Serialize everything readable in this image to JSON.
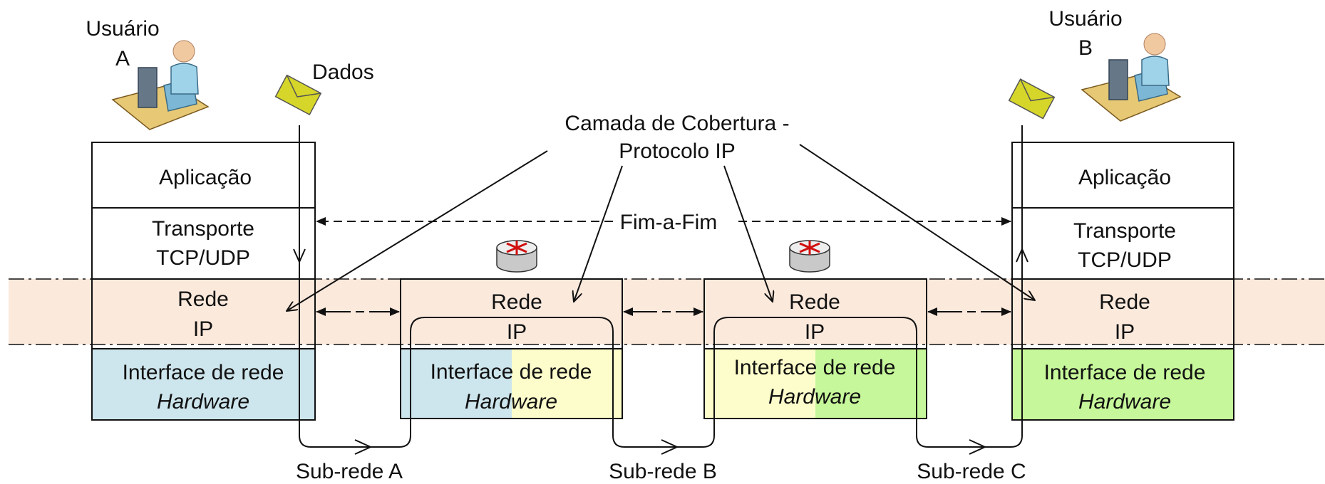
{
  "users": {
    "a": {
      "line1": "Usuário",
      "line2": "A"
    },
    "b": {
      "line1": "Usuário",
      "line2": "B"
    }
  },
  "data_label": "Dados",
  "callout": {
    "line1": "Camada de Cobertura -",
    "line2": "Protocolo IP"
  },
  "end_to_end": "Fim-a-Fim",
  "host_a": {
    "application": "Aplicação",
    "transport_1": "Transporte",
    "transport_2": "TCP/UDP",
    "network_1": "Rede",
    "network_2": "IP",
    "interface_1": "Interface de rede",
    "interface_2": "Hardware"
  },
  "router_1": {
    "network_1": "Rede",
    "network_2": "IP",
    "interface_1a": "Interface",
    "interface_1b": " de rede",
    "interface_2": "Hardware"
  },
  "router_2": {
    "network_1": "Rede",
    "network_2": "IP",
    "interface_1a": "Interface",
    "interface_1b": " de rede",
    "interface_2": "Hardware"
  },
  "host_b": {
    "application": "Aplicação",
    "transport_1": "Transporte",
    "transport_2": "TCP/UDP",
    "network_1": "Rede",
    "network_2": "IP",
    "interface_1": "Interface de rede",
    "interface_2": "Hardware"
  },
  "subnets": [
    "Sub-rede A",
    "Sub-rede B",
    "Sub-rede C"
  ],
  "colors": {
    "ip_band": "#fbe9dc",
    "subnet_a": "#cde5ec",
    "subnet_b": "#fdfdcb",
    "subnet_c": "#c6f79a",
    "envelope": "#d6d62a",
    "router_arrows": "#d01010",
    "stroke": "#111111"
  }
}
